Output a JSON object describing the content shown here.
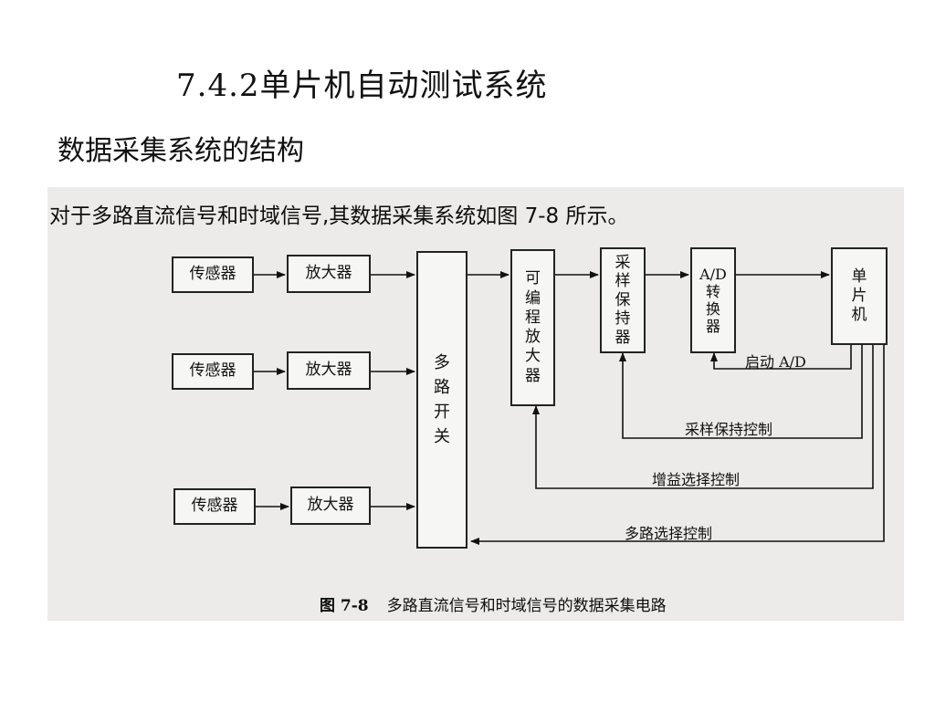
{
  "slide": {
    "title": "7.4.2单片机自动测试系统",
    "subtitle": "数据采集系统的结构"
  },
  "figure": {
    "intro_text": "对于多路直流信号和时域信号,其数据采集系统如图 7-8 所示。",
    "caption_number": "图 7-8",
    "caption_text": "多路直流信号和时域信号的数据采集电路",
    "blocks": {
      "sensor_1": "传感器",
      "sensor_2": "传感器",
      "sensor_3": "传感器",
      "amplifier_1": "放大器",
      "amplifier_2": "放大器",
      "amplifier_3": "放大器",
      "multiplexer": "多路开关",
      "pga": "可编程放大器",
      "sample_hold": "采样保持器",
      "adc": "A/D转换器",
      "mcu": "单片机"
    },
    "signals": {
      "start_ad": "启动 A/D",
      "sample_hold_control": "采样保持控制",
      "gain_select_control": "增益选择控制",
      "mux_select_control": "多路选择控制"
    }
  }
}
